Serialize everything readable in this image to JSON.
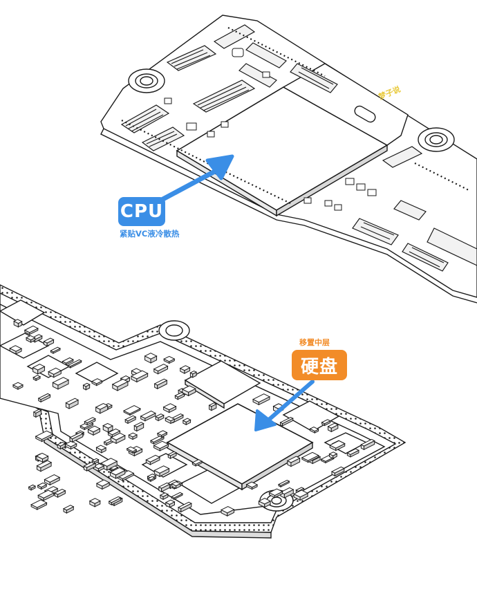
{
  "annotations": {
    "cpu": {
      "title": "CPU",
      "subtitle": "紧贴VC液冷散热"
    },
    "storage": {
      "title": "硬盘",
      "subtitle": "移置中层"
    }
  },
  "watermark": "梦子说",
  "colors": {
    "cpu_accent": "#3a8ee6",
    "storage_accent": "#f28c28",
    "watermark": "#e8c93a",
    "line": "#1a1a1a",
    "board_fill": "#ffffff"
  }
}
